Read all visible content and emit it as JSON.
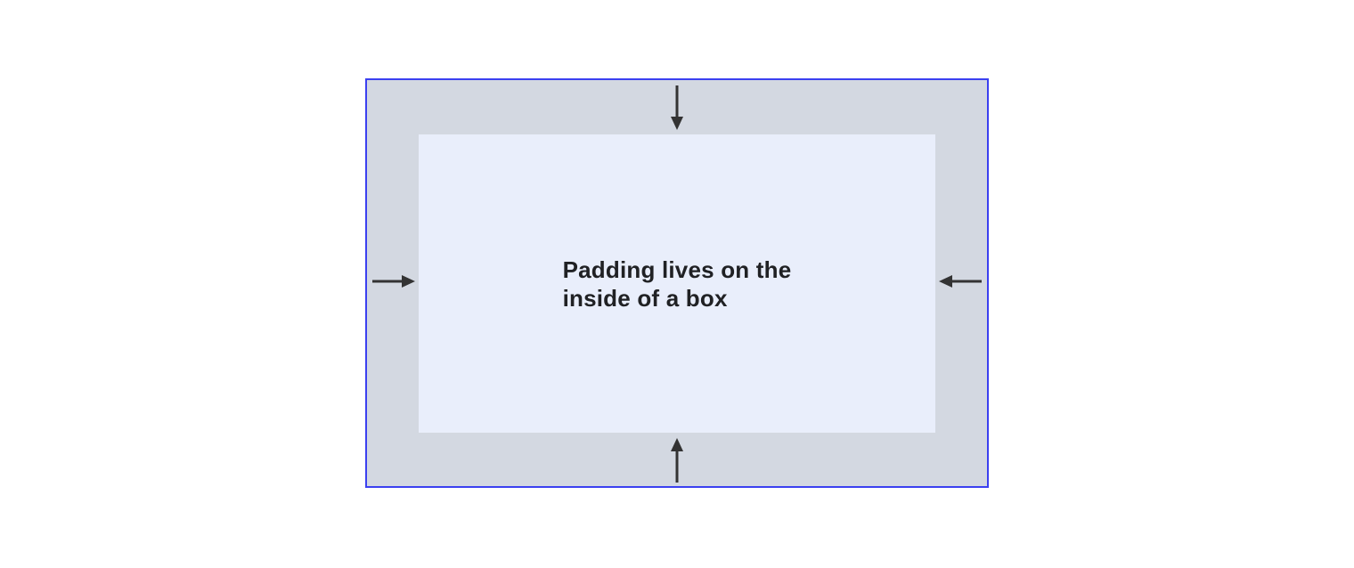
{
  "diagram": {
    "caption": {
      "full_text": "Padding lives on the inside of a box",
      "lines": [
        "Padding lives on the",
        "inside of a box"
      ]
    },
    "arrows": [
      {
        "position": "top",
        "direction": "down"
      },
      {
        "position": "right",
        "direction": "left"
      },
      {
        "position": "bottom",
        "direction": "up"
      },
      {
        "position": "left",
        "direction": "right"
      }
    ],
    "colors": {
      "page_background": "#ffffff",
      "border": "#3b40f0",
      "padding_area": "#d3d8e1",
      "content_area": "#e9eefb",
      "arrow": "#333333",
      "text": "#202124"
    }
  }
}
